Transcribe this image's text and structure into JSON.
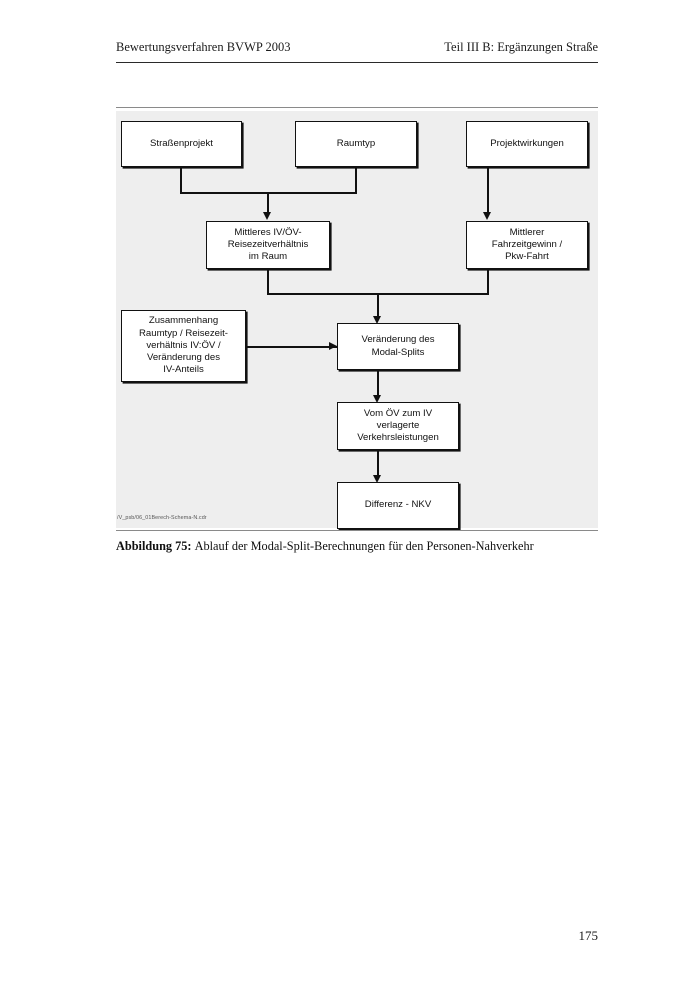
{
  "header": {
    "left": "Bewertungsverfahren BVWP 2003",
    "right": "Teil III B: Ergänzungen Straße"
  },
  "figure": {
    "source_file": "/V_psb/06_01Berech-Schema-N.cdr",
    "caption_label": "Abbildung 75:",
    "caption_text": "Ablauf der Modal-Split-Berechnungen für den Personen-Nahverkehr",
    "diagram": {
      "type": "flowchart",
      "nodes": [
        {
          "id": "strassenprojekt",
          "label": "Straßenprojekt"
        },
        {
          "id": "raumtyp",
          "label": "Raumtyp"
        },
        {
          "id": "projektwirkungen",
          "label": "Projektwirkungen"
        },
        {
          "id": "mittleres_iv_oev",
          "label": "Mittleres IV/ÖV-\nReisezeitverhältnis\nim Raum"
        },
        {
          "id": "mittlerer_fzg",
          "label": "Mittlerer\nFahrzeitgewinn /\nPkw-Fahrt"
        },
        {
          "id": "zusammenhang",
          "label": "Zusammenhang\nRaumtyp / Reisezeit-\nverhältnis IV:ÖV /\nVeränderung des\nIV-Anteils"
        },
        {
          "id": "modal_split",
          "label": "Veränderung des\nModal-Splits"
        },
        {
          "id": "verlagerte",
          "label": "Vom ÖV zum IV\nverlagerte\nVerkehrsleistungen"
        },
        {
          "id": "differenz_nkv",
          "label": "Differenz - NKV"
        }
      ],
      "edges": [
        {
          "from": "strassenprojekt",
          "to": "mittleres_iv_oev"
        },
        {
          "from": "raumtyp",
          "to": "mittleres_iv_oev"
        },
        {
          "from": "projektwirkungen",
          "to": "mittlerer_fzg"
        },
        {
          "from": "mittleres_iv_oev",
          "to": "modal_split"
        },
        {
          "from": "mittlerer_fzg",
          "to": "modal_split"
        },
        {
          "from": "zusammenhang",
          "to": "modal_split"
        },
        {
          "from": "modal_split",
          "to": "verlagerte"
        },
        {
          "from": "verlagerte",
          "to": "differenz_nkv"
        }
      ]
    }
  },
  "footer": {
    "page_number": "175"
  }
}
